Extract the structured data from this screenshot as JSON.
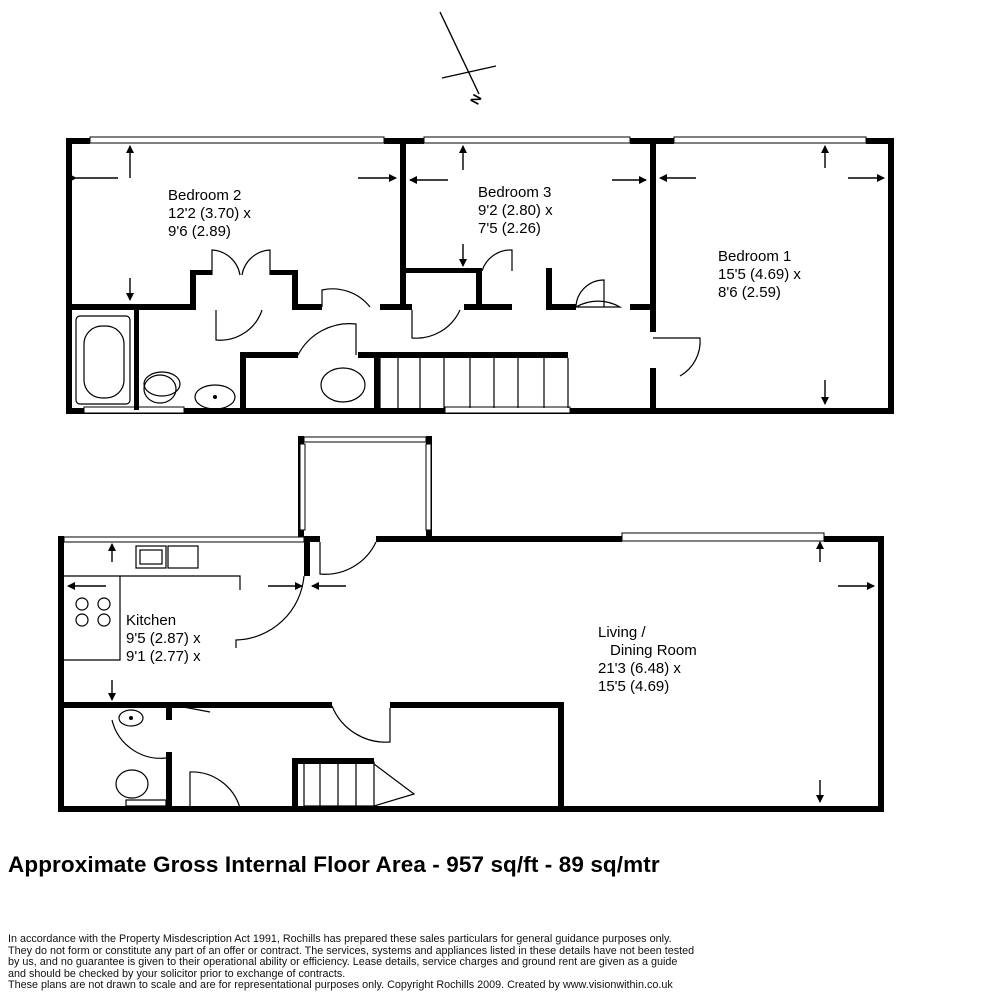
{
  "compass": {
    "label": "N"
  },
  "rooms": [
    {
      "id": "bedroom-2",
      "name": "Bedroom 2",
      "dim1": "12'2 (3.70) x",
      "dim2": "9'6 (2.89)"
    },
    {
      "id": "bedroom-3",
      "name": "Bedroom 3",
      "dim1": "9'2 (2.80) x",
      "dim2": "7'5 (2.26)"
    },
    {
      "id": "bedroom-1",
      "name": "Bedroom 1",
      "dim1": "15'5 (4.69) x",
      "dim2": "8'6 (2.59)"
    },
    {
      "id": "kitchen",
      "name": "Kitchen",
      "dim1": "9'5 (2.87) x",
      "dim2": "9'1 (2.77) x"
    },
    {
      "id": "living",
      "name": "Living /",
      "name2": "Dining Room",
      "dim1": "21'3 (6.48) x",
      "dim2": "15'5 (4.69)"
    }
  ],
  "floor_area": "Approximate Gross Internal Floor Area - 957 sq/ft - 89 sq/mtr",
  "disclaimer": [
    "In accordance with the Property Misdescription Act 1991, Rochills has prepared these sales particulars for general guidance purposes only.",
    "They do not form or constitute any part of an offer or contract. The services, systems and appliances listed in these details have not been tested",
    "by us, and no guarantee is given to their operational ability or efficiency. Lease details, service charges and ground rent are given as a guide",
    "and should be checked by your solicitor prior to exchange of contracts.",
    "These plans are not drawn to scale and are for representational purposes only. Copyright Rochills 2009. Created by www.visionwithin.co.uk"
  ]
}
